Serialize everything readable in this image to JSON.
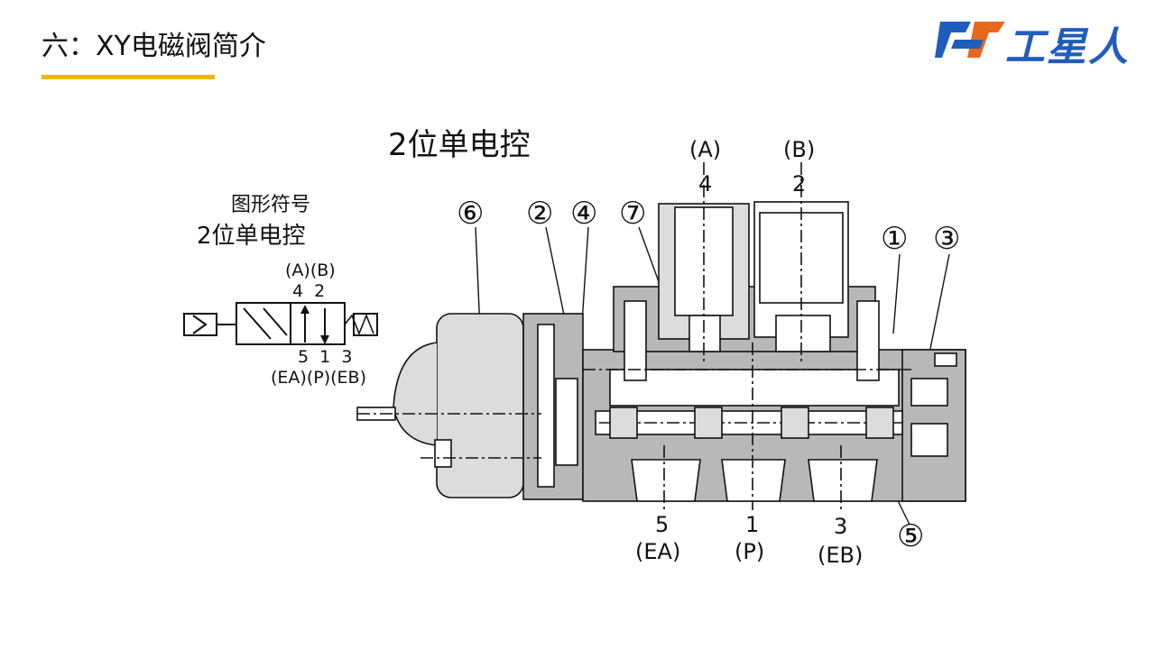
{
  "header": {
    "title": "六：XY电磁阀简介",
    "logo_text": "工星人",
    "accent_color": "#f3b600",
    "brand_color": "#1f5dbd",
    "brand_orange": "#e8681c"
  },
  "symbol": {
    "heading": "图形符号",
    "subheading": "2位单电控",
    "top_ports_names": "(A)(B)",
    "top_ports_numbers": "4  2",
    "bottom_ports_numbers": "5  1  3",
    "bottom_ports_names": "(EA)(P)(EB)"
  },
  "section": {
    "diagram_title": "2位单电控",
    "port_a_name": "(A)",
    "port_a_num": "4",
    "port_b_name": "(B)",
    "port_b_num": "2",
    "bottom_left_num": "5",
    "bottom_left_name": "(EA)",
    "bottom_mid_num": "1",
    "bottom_mid_name": "(P)",
    "bottom_right_num": "3",
    "bottom_right_name": "(EB)",
    "callouts": [
      "⑥",
      "②",
      "④",
      "⑦",
      "①",
      "③",
      "⑤"
    ]
  }
}
